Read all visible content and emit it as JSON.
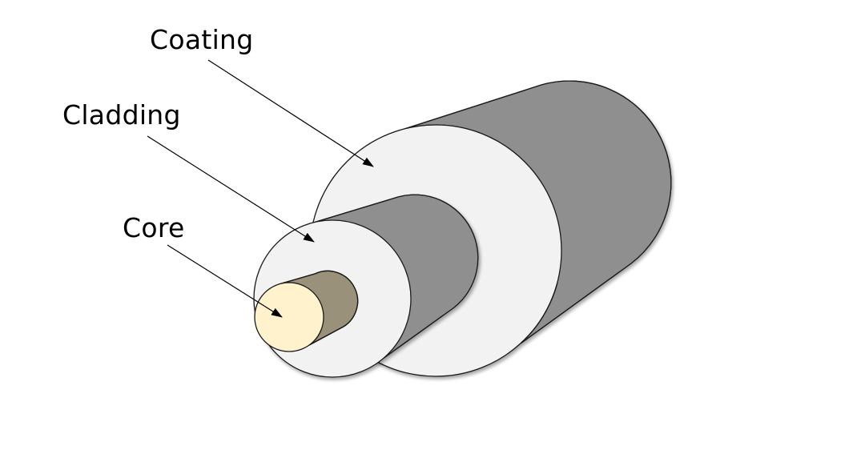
{
  "diagram": {
    "type": "optical-fiber-cross-section",
    "labels": {
      "coating": "Coating",
      "cladding": "Cladding",
      "core": "Core"
    },
    "layers": [
      {
        "name": "Coating",
        "front_color": "#f2f2f2",
        "side_color": "#8f8f8f"
      },
      {
        "name": "Cladding",
        "front_color": "#f2f2f2",
        "side_color": "#8f8f8f"
      },
      {
        "name": "Core",
        "front_color": "#fff2cc",
        "side_color": "#9a917a"
      }
    ],
    "colors": {
      "background": "#ffffff",
      "outline": "#1a1a1a",
      "arrow": "#000000",
      "text": "#000000"
    }
  }
}
